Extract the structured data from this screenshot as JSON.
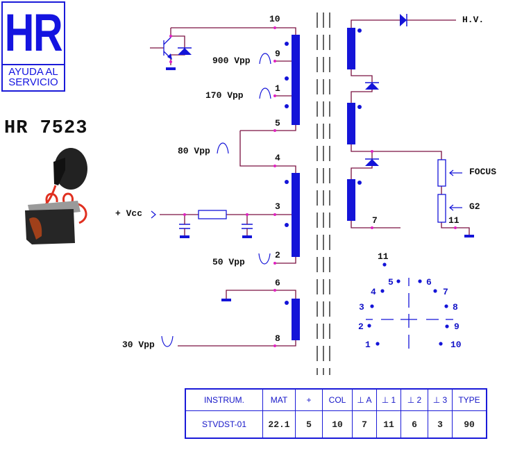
{
  "logo": {
    "brand": "HR",
    "subtitle_line1": "AYUDA AL",
    "subtitle_line2": "SERVICIO"
  },
  "model": "HR 7523",
  "product_image": "flyback-transformer-photo",
  "primary_pins": {
    "pin10": "10",
    "pin9": "9",
    "pin1": "1",
    "pin5": "5",
    "pin4": "4",
    "pin3": "3",
    "pin2": "2",
    "pin6": "6",
    "pin8": "8"
  },
  "signals": {
    "pin9_level": "900 Vpp",
    "pin1_level": "170 Vpp",
    "pin5_4_level": "80 Vpp",
    "pin2_level": "50 Vpp",
    "pin8_level": "30 Vpp",
    "supply": "+ Vcc"
  },
  "secondary": {
    "hv_label": "H.V.",
    "focus_label": "FOCUS",
    "g2_label": "G2",
    "pin7": "7",
    "pin11": "11"
  },
  "pinout": {
    "top_label": "11",
    "pins": [
      "1",
      "2",
      "3",
      "4",
      "5",
      "6",
      "7",
      "8",
      "9",
      "10"
    ]
  },
  "spec_table": {
    "headers": [
      "INSTRUM.",
      "MAT",
      "+",
      "COL",
      "⊥ A",
      "⊥ 1",
      "⊥ 2",
      "⊥ 3",
      "TYPE"
    ],
    "values": [
      "STVDST-01",
      "22.1",
      "5",
      "10",
      "7",
      "11",
      "6",
      "3",
      "90"
    ]
  },
  "colors": {
    "wire": "#7a1040",
    "component": "#1414d8",
    "node": "#e020c0"
  }
}
